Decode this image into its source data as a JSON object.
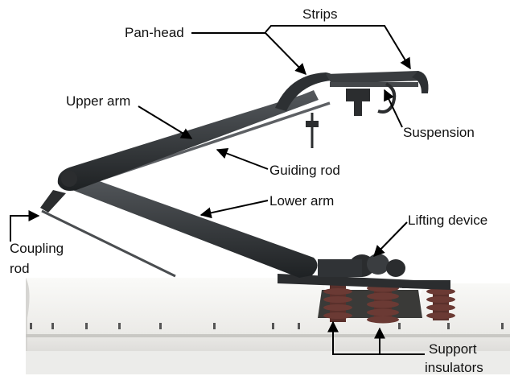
{
  "labels": {
    "strips": "Strips",
    "pan_head": "Pan-head",
    "upper_arm": "Upper arm",
    "suspension": "Suspension",
    "guiding_rod": "Guiding rod",
    "lower_arm": "Lower arm",
    "lifting_device": "Lifting device",
    "coupling": "Coupling",
    "rod": "rod",
    "support": "Support",
    "insulators": "insulators"
  },
  "colors": {
    "roof": "#f1f1ef",
    "roof_shadow": "#d9d9d6",
    "arm": "#2f3235",
    "insulator": "#6b3a34",
    "annotation": "#000000"
  }
}
